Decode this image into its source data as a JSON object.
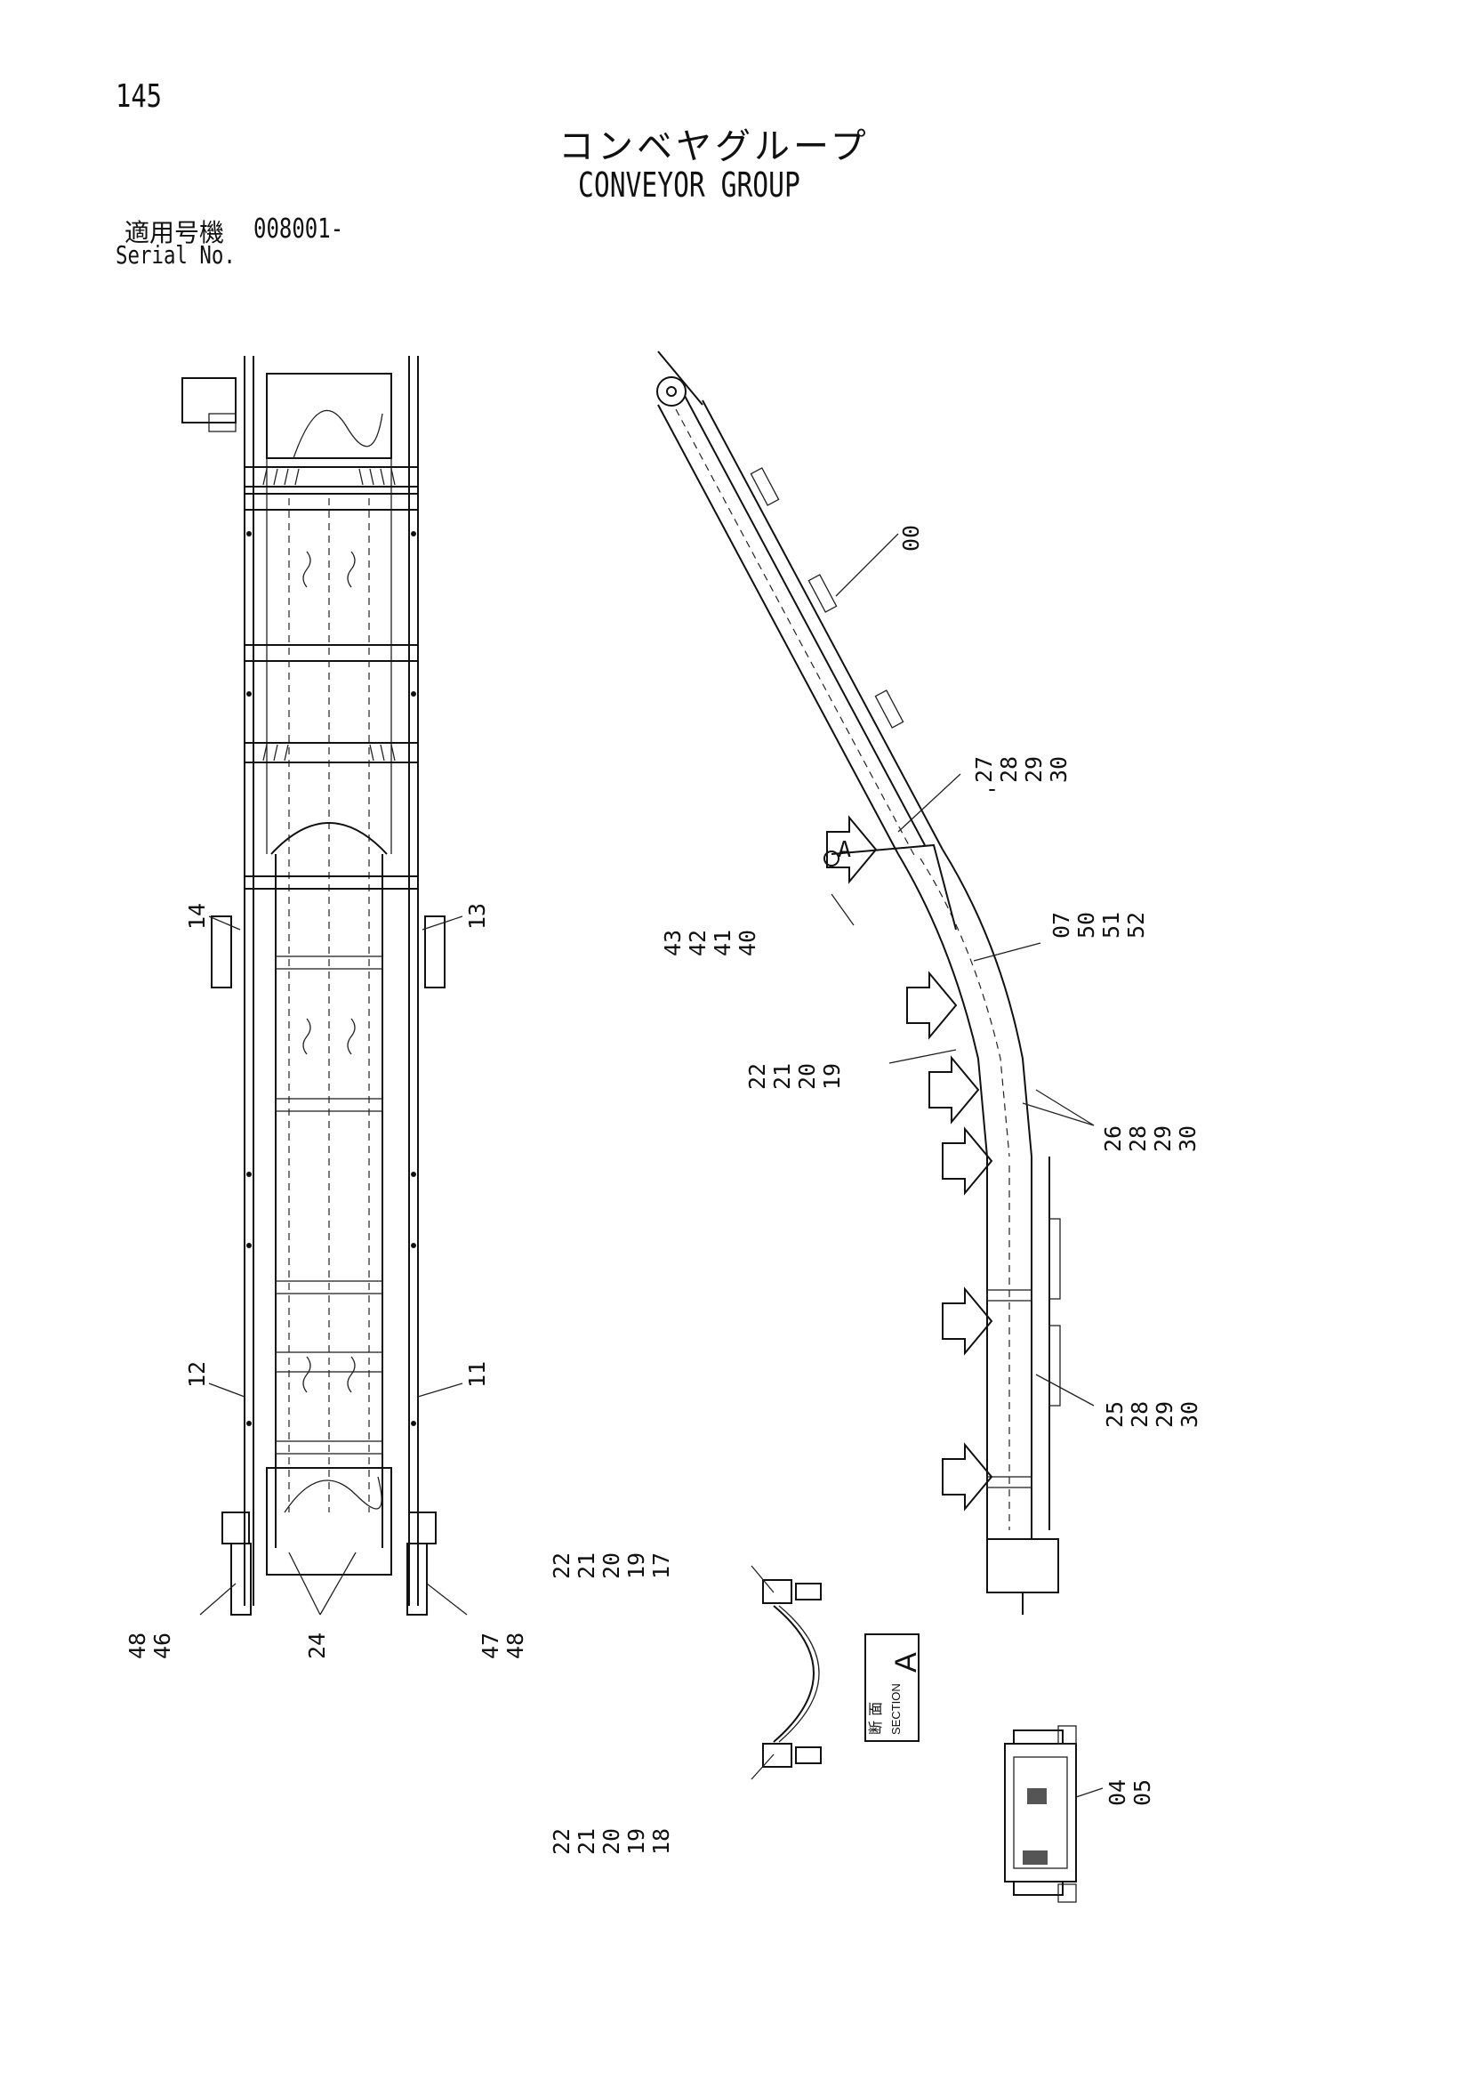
{
  "page_number": "145",
  "title_ja": "コンベヤグループ",
  "title_en": "CONVEYOR GROUP",
  "serial_label_ja": "適用号機",
  "serial_value": "008001-",
  "serial_label_en": "Serial No.",
  "callouts": {
    "c00": "00",
    "c27": [
      "27",
      "28",
      "29",
      "30"
    ],
    "c43": [
      "43",
      "42",
      "41",
      "40"
    ],
    "c07": [
      "07",
      "50",
      "51",
      "52"
    ],
    "c22a": [
      "22",
      "21",
      "20",
      "19"
    ],
    "c26": [
      "26",
      "28",
      "29",
      "30"
    ],
    "c25": [
      "25",
      "28",
      "29",
      "30"
    ],
    "c14": "14",
    "c13": "13",
    "c12": "12",
    "c11": "11",
    "c48a": [
      "48",
      "46"
    ],
    "c24": "24",
    "c47": [
      "47",
      "48"
    ],
    "c17": [
      "22",
      "21",
      "20",
      "19",
      "17"
    ],
    "c18": [
      "22",
      "21",
      "20",
      "19",
      "18"
    ],
    "c04": [
      "04",
      "05"
    ]
  },
  "section_mark": {
    "ja": "断 面",
    "en": "SECTION",
    "letter": "A"
  },
  "view_arrow_letter": "A"
}
